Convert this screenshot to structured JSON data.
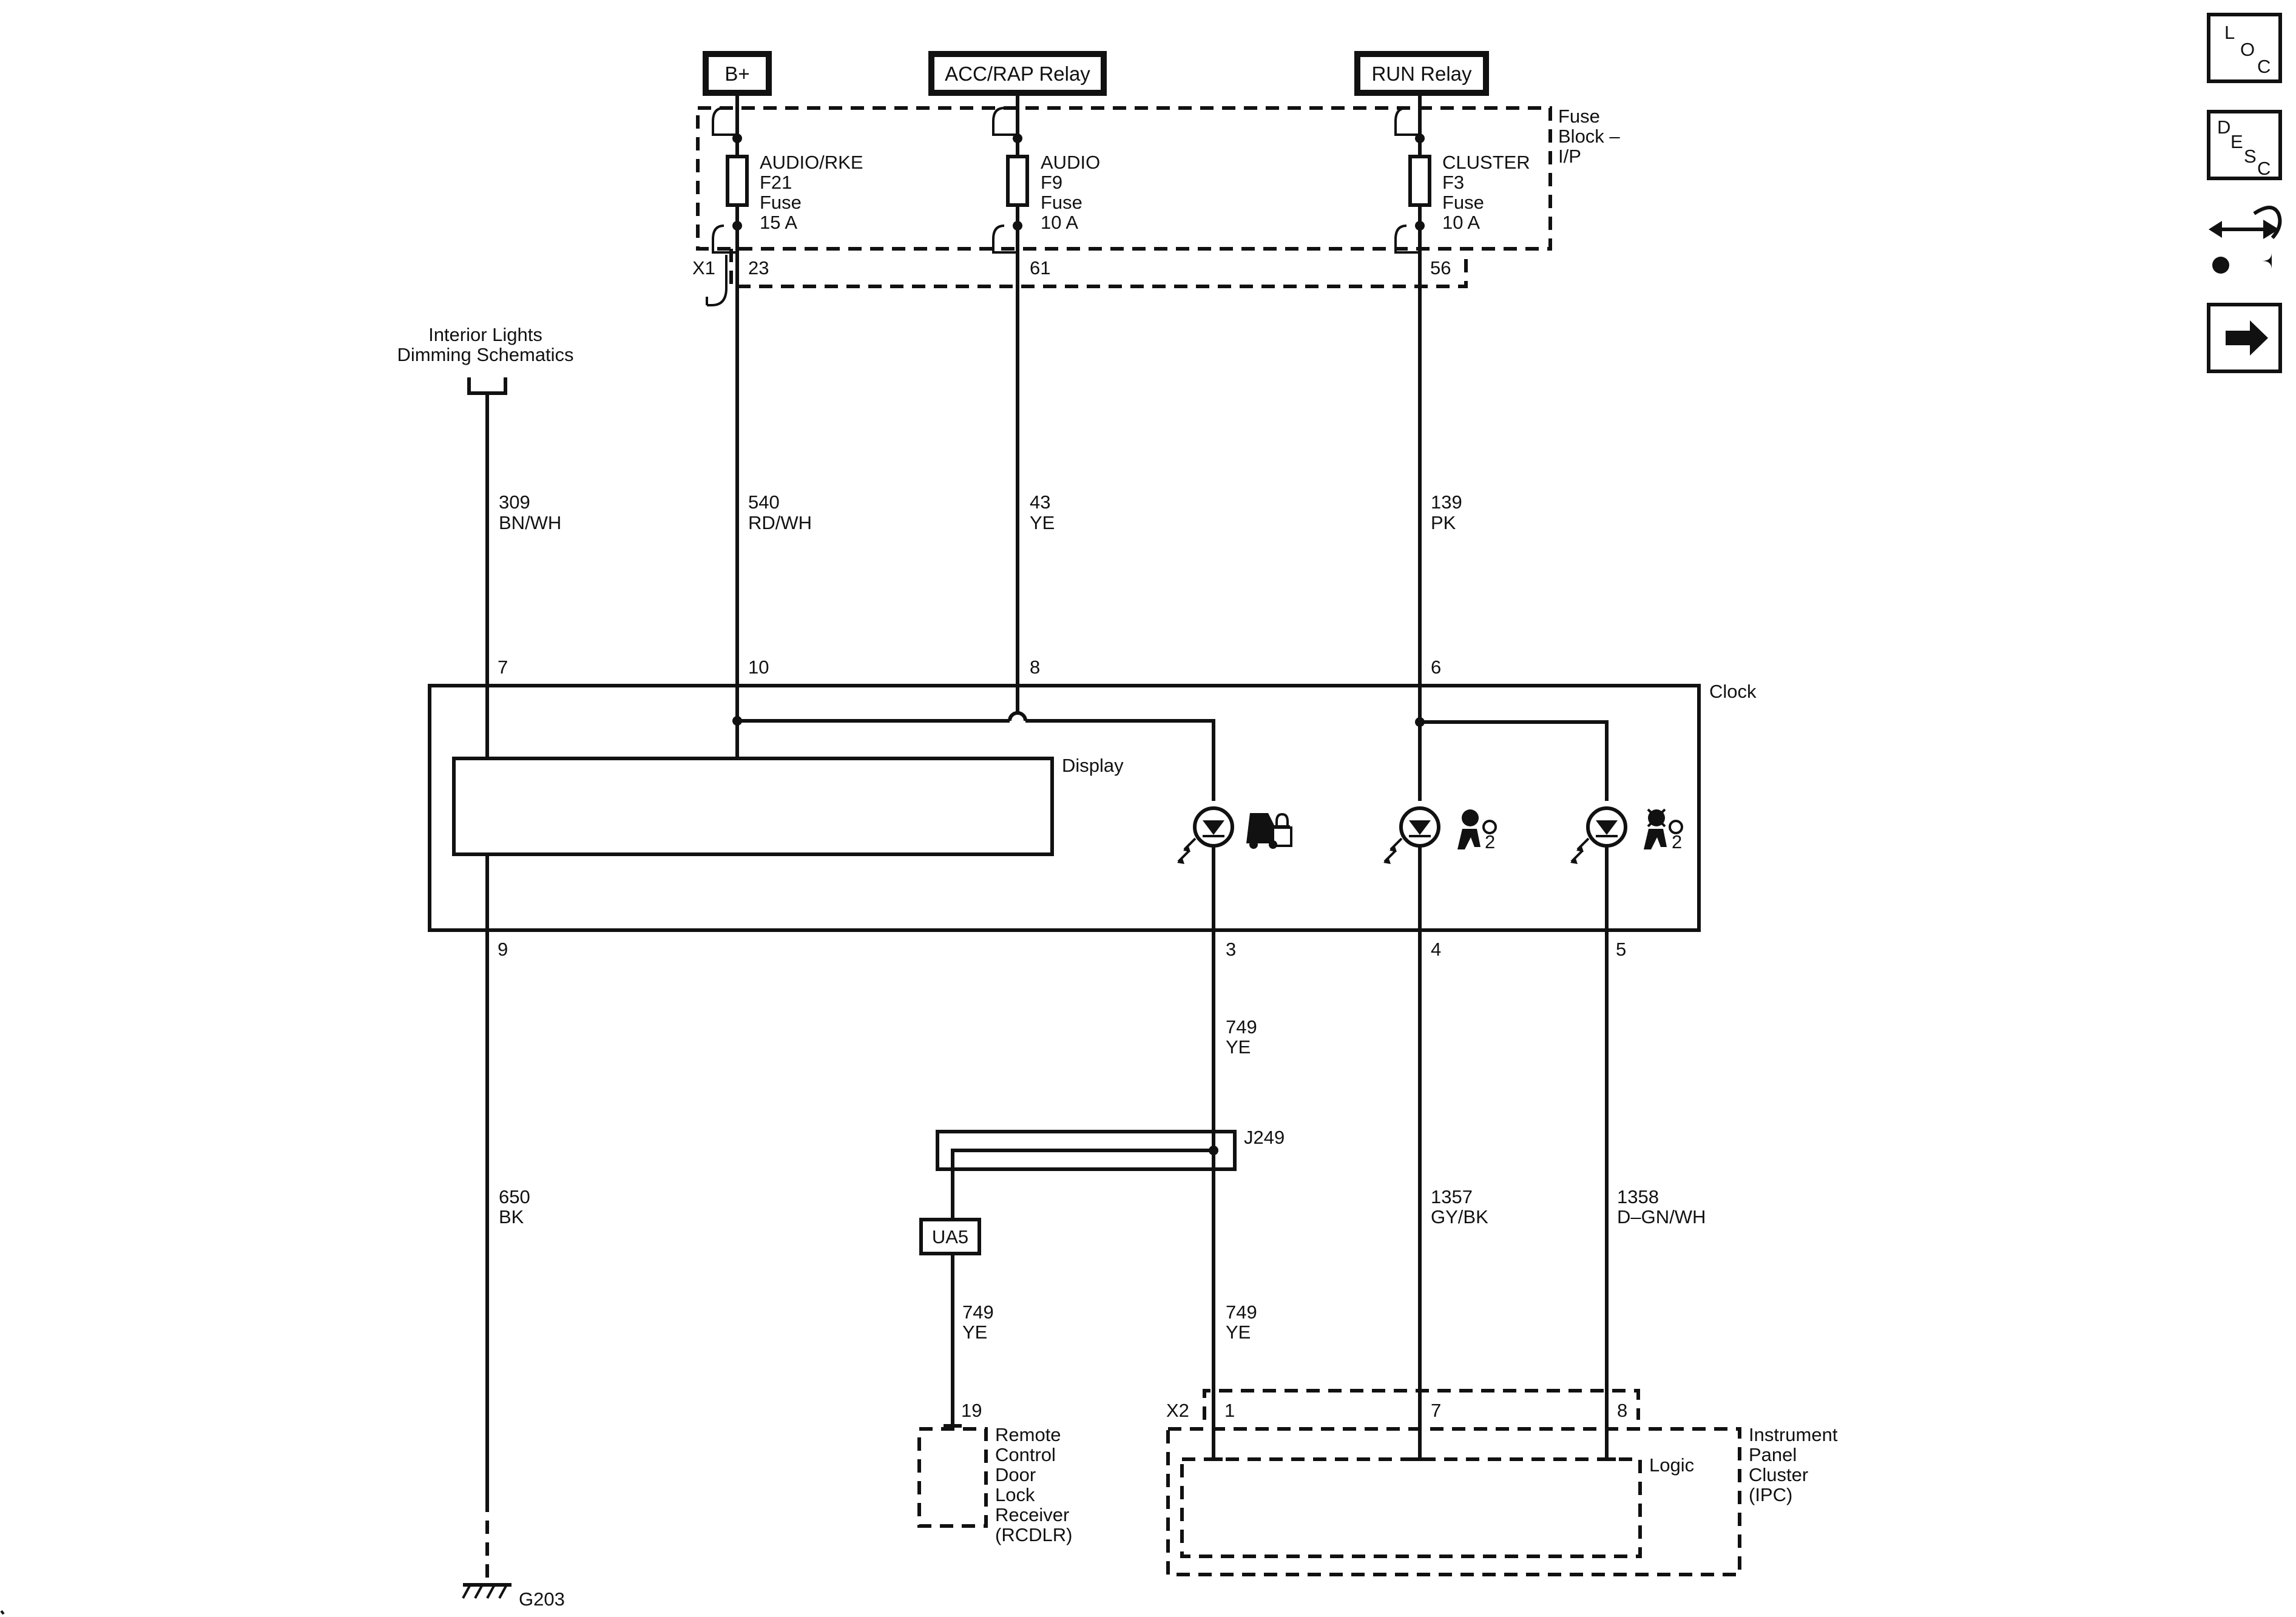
{
  "sources": {
    "b_plus": "B+",
    "acc_rap_relay": "ACC/RAP Relay",
    "run_relay": "RUN Relay"
  },
  "fuse_block": {
    "title_line1": "Fuse",
    "title_line2": "Block –",
    "title_line3": "I/P",
    "connector": "X1",
    "fuses": [
      {
        "name": "AUDIO/RKE",
        "id": "F21",
        "kind": "Fuse",
        "rating": "15 A",
        "pin": "23"
      },
      {
        "name": "AUDIO",
        "id": "F9",
        "kind": "Fuse",
        "rating": "10 A",
        "pin": "61"
      },
      {
        "name": "CLUSTER",
        "id": "F3",
        "kind": "Fuse",
        "rating": "10 A",
        "pin": "56"
      }
    ]
  },
  "interior_lights": {
    "line1": "Interior Lights",
    "line2": "Dimming Schematics"
  },
  "wires": {
    "w309": {
      "circuit": "309",
      "color": "BN/WH"
    },
    "w540": {
      "circuit": "540",
      "color": "RD/WH"
    },
    "w43": {
      "circuit": "43",
      "color": "YE"
    },
    "w139": {
      "circuit": "139",
      "color": "PK"
    },
    "w650": {
      "circuit": "650",
      "color": "BK"
    },
    "w749a": {
      "circuit": "749",
      "color": "YE"
    },
    "w749b": {
      "circuit": "749",
      "color": "YE"
    },
    "w749c": {
      "circuit": "749",
      "color": "YE"
    },
    "w1357": {
      "circuit": "1357",
      "color": "GY/BK"
    },
    "w1358": {
      "circuit": "1358",
      "color": "D–GN/WH"
    }
  },
  "clock": {
    "title": "Clock",
    "display": "Display",
    "top_pins": [
      "7",
      "10",
      "8",
      "6"
    ],
    "bottom_pins": [
      "9",
      "3",
      "4",
      "5"
    ],
    "indicator_suffix": "2"
  },
  "splice": {
    "id": "J249"
  },
  "ua5": {
    "id": "UA5"
  },
  "rcdlr": {
    "pin": "19",
    "lines": [
      "Remote",
      "Control",
      "Door",
      "Lock",
      "Receiver",
      "(RCDLR)"
    ]
  },
  "ipc": {
    "connector": "X2",
    "pins": [
      "1",
      "7",
      "8"
    ],
    "logic": "Logic",
    "lines": [
      "Instrument",
      "Panel",
      "Cluster",
      "(IPC)"
    ]
  },
  "ground": {
    "id": "G203"
  },
  "nav": {
    "loc": {
      "l1": "L",
      "l2": "O",
      "l3": "C"
    },
    "desc": {
      "l1": "D",
      "l2": "E",
      "l3": "S",
      "l4": "C"
    },
    "icons": [
      "connector-repair-icon",
      "next-arrow-icon"
    ]
  },
  "colors": {
    "ink": "#111111",
    "background": "#ffffff"
  }
}
